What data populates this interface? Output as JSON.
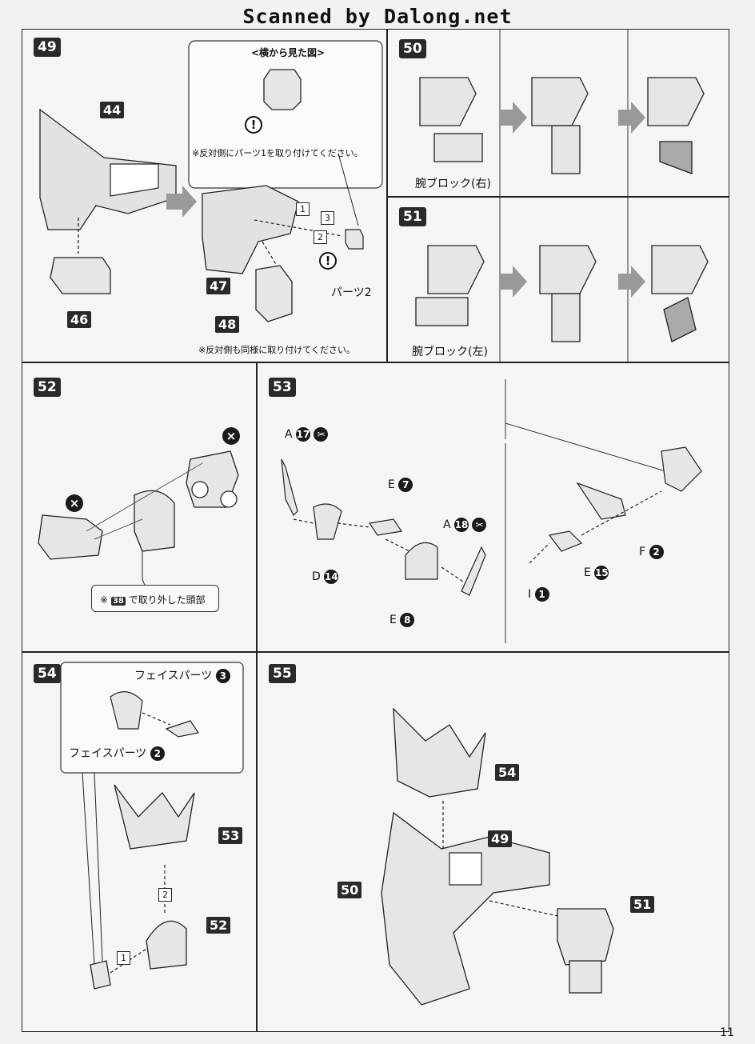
{
  "header": "Scanned by Dalong.net",
  "page_number": "11",
  "steps": {
    "s49": {
      "num": "49",
      "refs": [
        "44",
        "46",
        "47",
        "48"
      ],
      "side_view_title": "<横から見た図>",
      "note_top": "※反対側にパーツ1を取り付けてください。",
      "part_label": "パーツ2",
      "order": [
        "1",
        "2",
        "3"
      ],
      "note_bottom": "※反対側も同様に取り付けてください。"
    },
    "s50": {
      "num": "50",
      "label": "腕ブロック(右)"
    },
    "s51": {
      "num": "51",
      "label": "腕ブロック(左)"
    },
    "s52": {
      "num": "52",
      "note_ref": "38",
      "note": "で取り外した頭部"
    },
    "s53": {
      "num": "53",
      "parts": {
        "a17_letter": "A",
        "a17_num": "17",
        "e7_letter": "E",
        "e7_num": "7",
        "a18_letter": "A",
        "a18_num": "18",
        "d14_letter": "D",
        "d14_num": "14",
        "e8_letter": "E",
        "e8_num": "8",
        "f2_letter": "F",
        "f2_num": "2",
        "e15_letter": "E",
        "e15_num": "15",
        "i1_letter": "I",
        "i1_num": "1"
      }
    },
    "s54": {
      "num": "54",
      "face3": "フェイスパーツ",
      "face3_num": "3",
      "face2": "フェイスパーツ",
      "face2_num": "2",
      "refs": [
        "53",
        "52"
      ],
      "order": [
        "1",
        "2"
      ]
    },
    "s55": {
      "num": "55",
      "refs": [
        "54",
        "49",
        "50",
        "51"
      ]
    }
  },
  "icons": [
    "exclamation-icon",
    "cross-icon",
    "nipper-icon",
    "arrow-right-icon"
  ]
}
